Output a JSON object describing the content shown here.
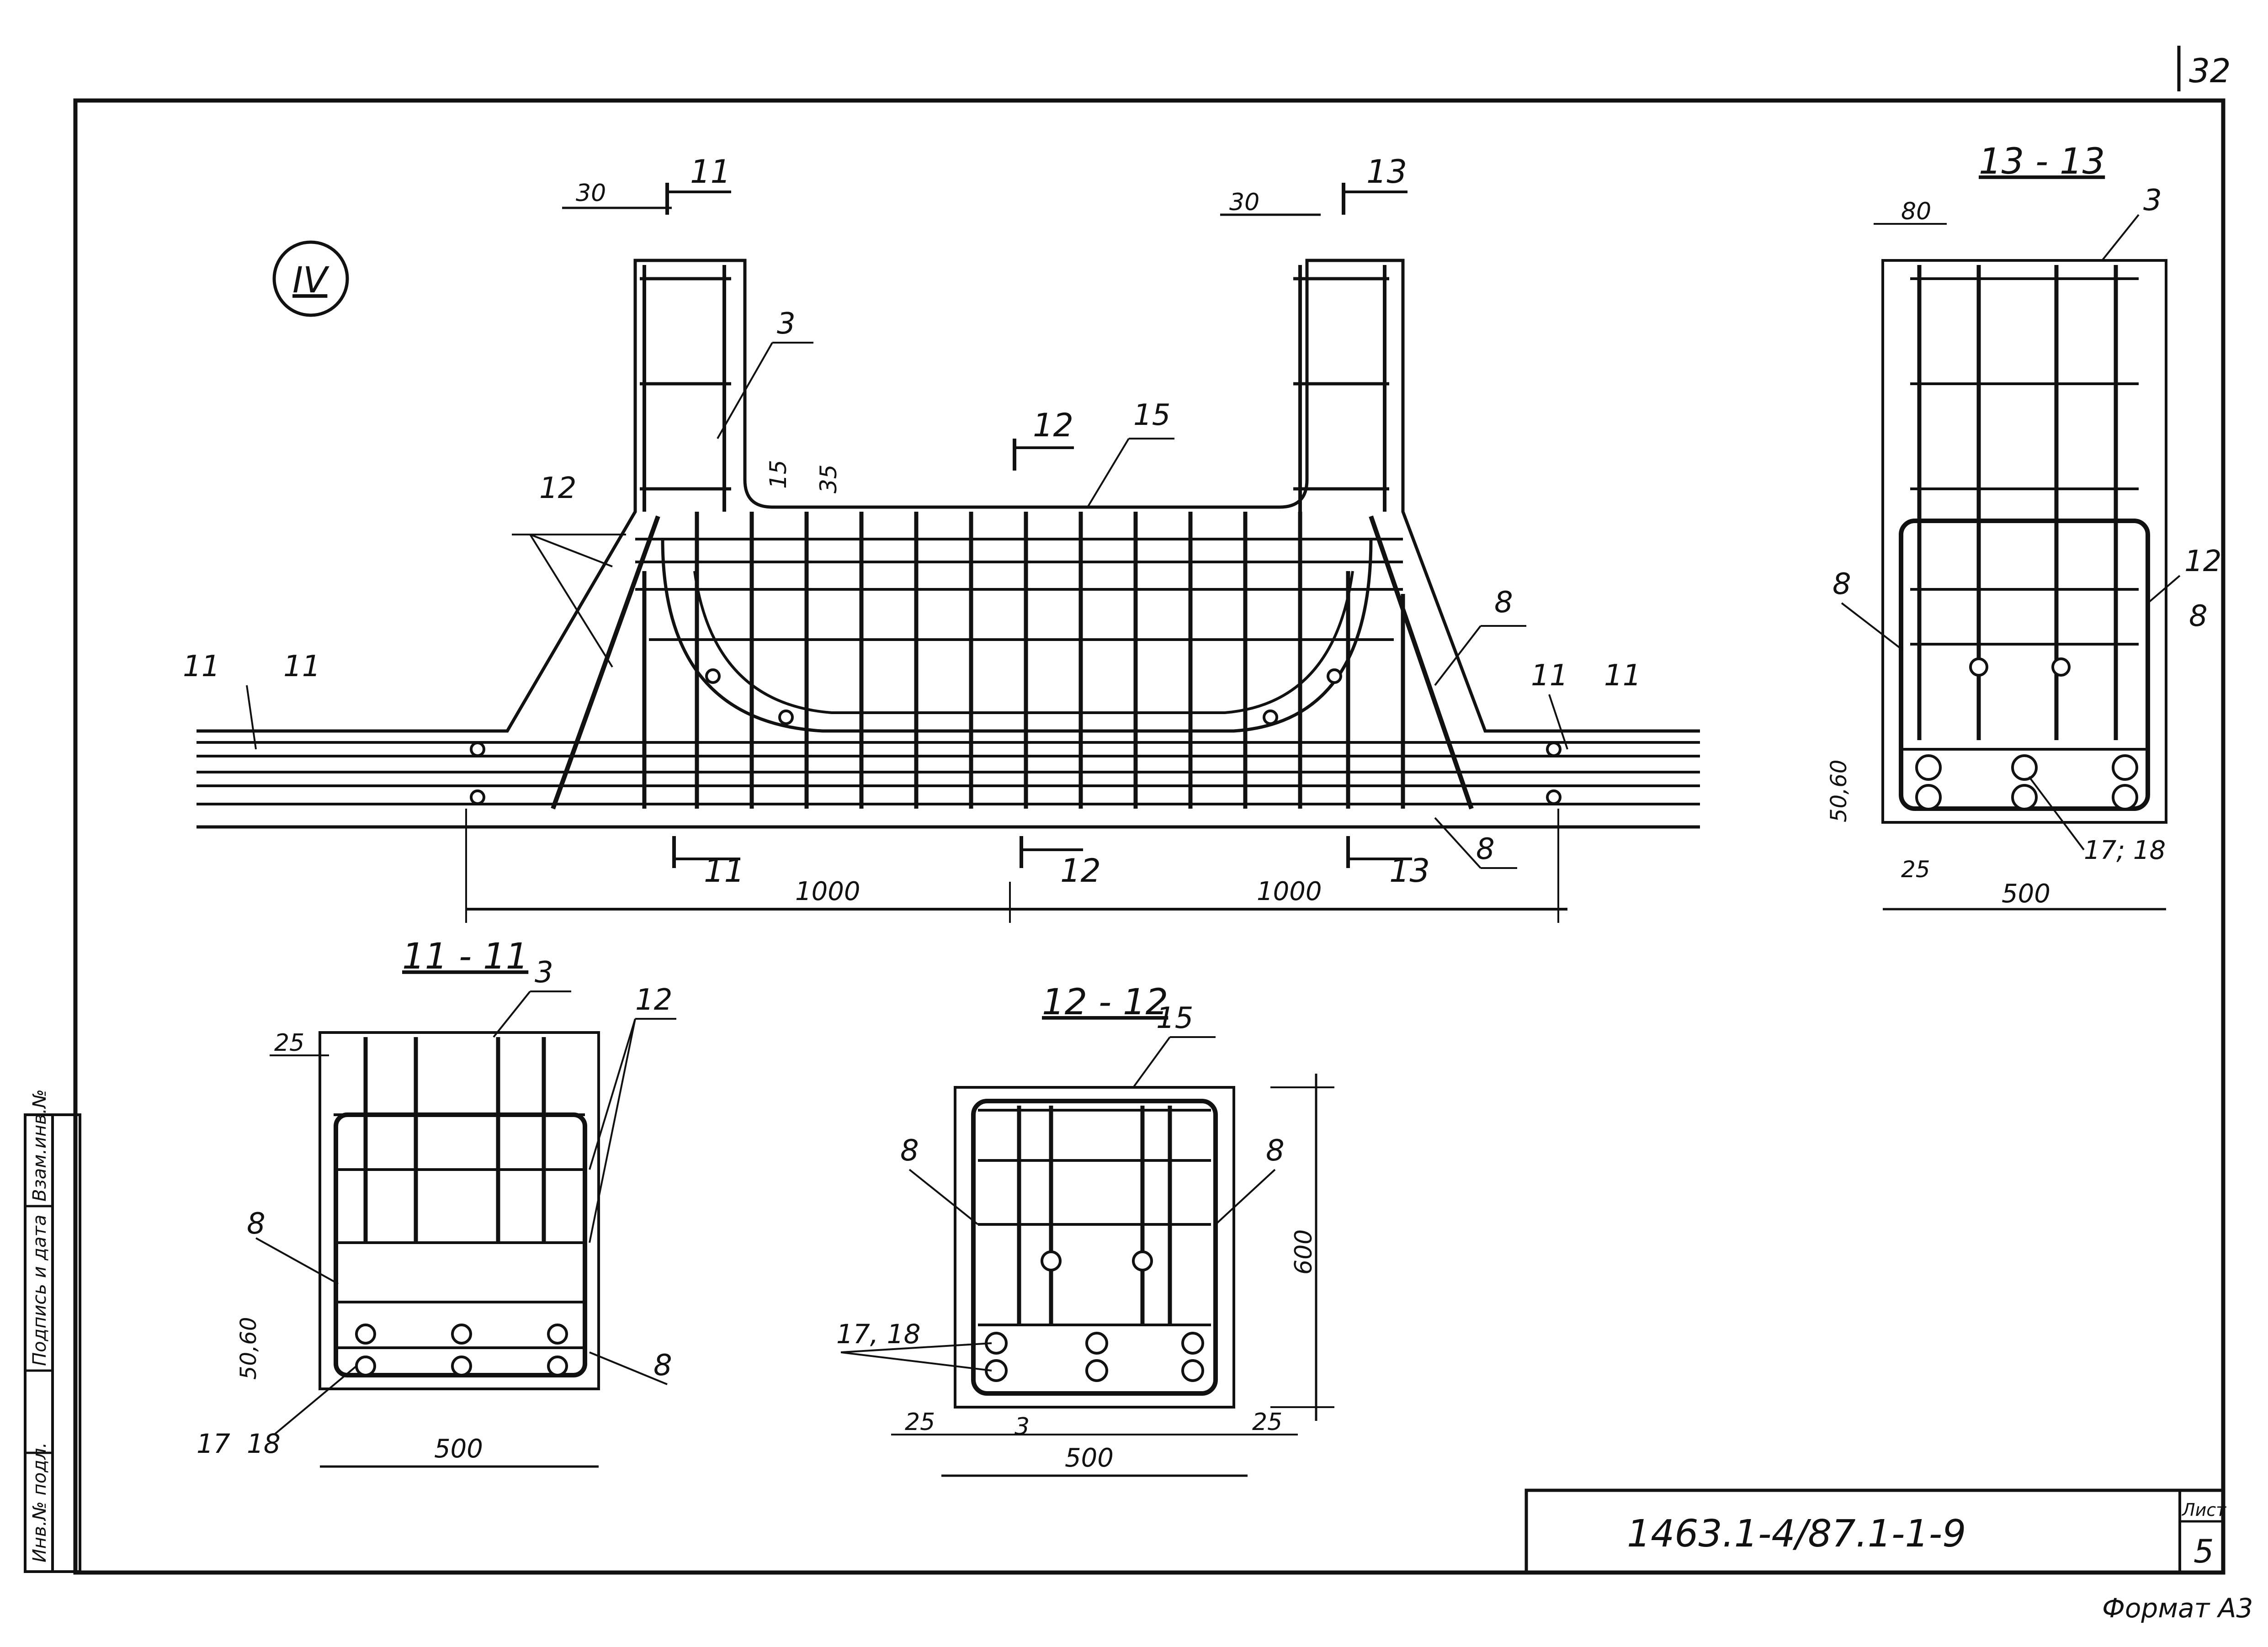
{
  "sheet": {
    "page_number": "32",
    "format_label": "Формат А3",
    "sheet_label": "Лист",
    "sheet_number": "5",
    "drawing_code": "1463.1-4/87.1-1-9",
    "side_stamp": [
      "Инв.№ подл.",
      "Подпись и дата",
      "Взам.инв.№"
    ]
  },
  "elevation": {
    "marker": "IV",
    "section_marks": {
      "s11_top": "11",
      "s13_top": "13",
      "s12_top": "12",
      "s11_bot": "11",
      "s12_bot": "12",
      "s13_bot": "13"
    },
    "dims": {
      "left_offset": "30",
      "right_offset": "30",
      "d15": "15",
      "d35": "35",
      "span_left": "1000",
      "span_right": "1000"
    },
    "callouts": {
      "c3": "3",
      "c15": "15",
      "c12": "12",
      "c8_upper": "8",
      "c8_lower": "8",
      "c11_a": "11",
      "c11_b": "11",
      "c11_c": "11",
      "c11_d": "11"
    }
  },
  "section_13": {
    "title": "13 - 13",
    "dims": {
      "top": "80",
      "side": "50,60",
      "bottom_left": "25",
      "width": "500"
    },
    "callouts": {
      "c3": "3",
      "c8_left": "8",
      "c12": "12",
      "c8_right": "8",
      "c1718": "17; 18"
    }
  },
  "section_11": {
    "title": "11 - 11",
    "dims": {
      "top": "25",
      "side": "50,60",
      "width": "500"
    },
    "callouts": {
      "c3": "3",
      "c12": "12",
      "c8_left": "8",
      "c8_right": "8",
      "c17": "17",
      "c18": "18"
    }
  },
  "section_12": {
    "title": "12 - 12",
    "dims": {
      "height": "600",
      "left": "25",
      "cover": "3",
      "right": "25",
      "width": "500"
    },
    "callouts": {
      "c15": "15",
      "c8_left": "8",
      "c8_right": "8",
      "c1718": "17, 18"
    }
  }
}
